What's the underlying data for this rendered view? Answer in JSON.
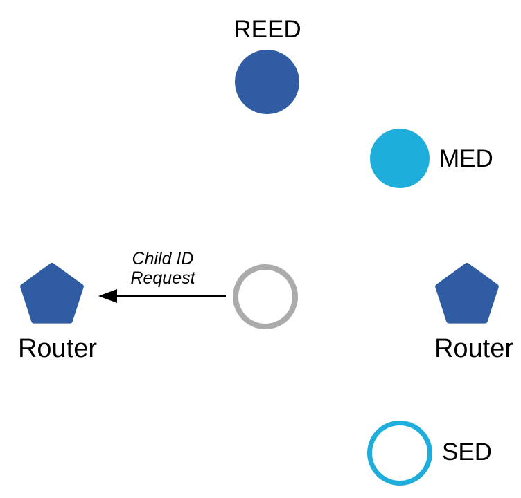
{
  "diagram": {
    "type": "thread-network-topology",
    "background": "#FFFFFF"
  },
  "colors": {
    "router_blue": "#2F5CA2",
    "device_cyan": "#1FAEDB",
    "inactive_gray": "#ABABAB",
    "ink": "#000000"
  },
  "nodes": {
    "reed": {
      "label": "REED",
      "icon": "filled-circle-icon"
    },
    "med": {
      "label": "MED",
      "icon": "filled-circle-icon"
    },
    "joiner": {
      "icon": "outlined-gray-circle-icon"
    },
    "router_left": {
      "label": "Router",
      "icon": "pentagon-icon"
    },
    "router_right": {
      "label": "Router",
      "icon": "pentagon-icon"
    },
    "sed": {
      "label": "SED",
      "icon": "outlined-cyan-circle-icon"
    }
  },
  "message": {
    "line1": "Child ID",
    "line2": "Request",
    "direction": "left"
  }
}
